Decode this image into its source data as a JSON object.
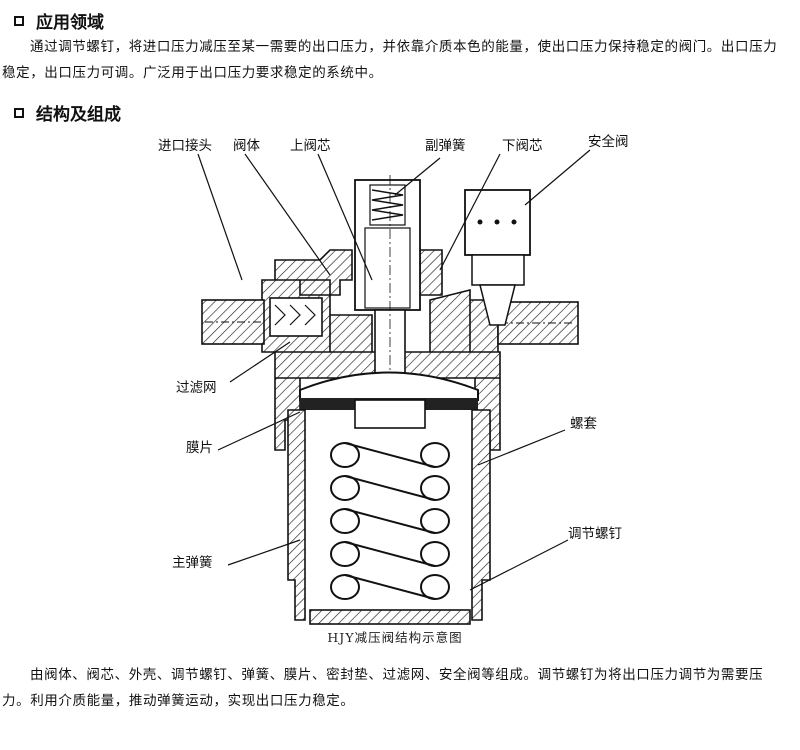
{
  "sections": {
    "application": {
      "heading": "应用领域",
      "text": "通过调节螺钉，将进口压力减压至某一需要的出口压力，并依靠介质本色的能量，使出口压力保持稳定的阀门。出口压力稳定，出口压力可调。广泛用于出口压力要求稳定的系统中。"
    },
    "structure": {
      "heading": "结构及组成",
      "text": "由阀体、阀芯、外壳、调节螺钉、弹簧、膜片、密封垫、过滤网、安全阀等组成。调节螺钉为将出口压力调节为需要压力。利用介质能量，推动弹簧运动，实现出口压力稳定。"
    }
  },
  "diagram": {
    "caption": "HJY减压阀结构示意图",
    "labels": {
      "inlet_fitting": "进口接头",
      "valve_body": "阀体",
      "upper_valve_core": "上阀芯",
      "auxiliary_spring": "副弹簧",
      "lower_valve_core": "下阀芯",
      "safety_valve": "安全阀",
      "filter_screen": "过滤网",
      "diaphragm": "膜片",
      "threaded_sleeve": "螺套",
      "adjusting_screw": "调节螺钉",
      "main_spring": "主弹簧"
    }
  }
}
